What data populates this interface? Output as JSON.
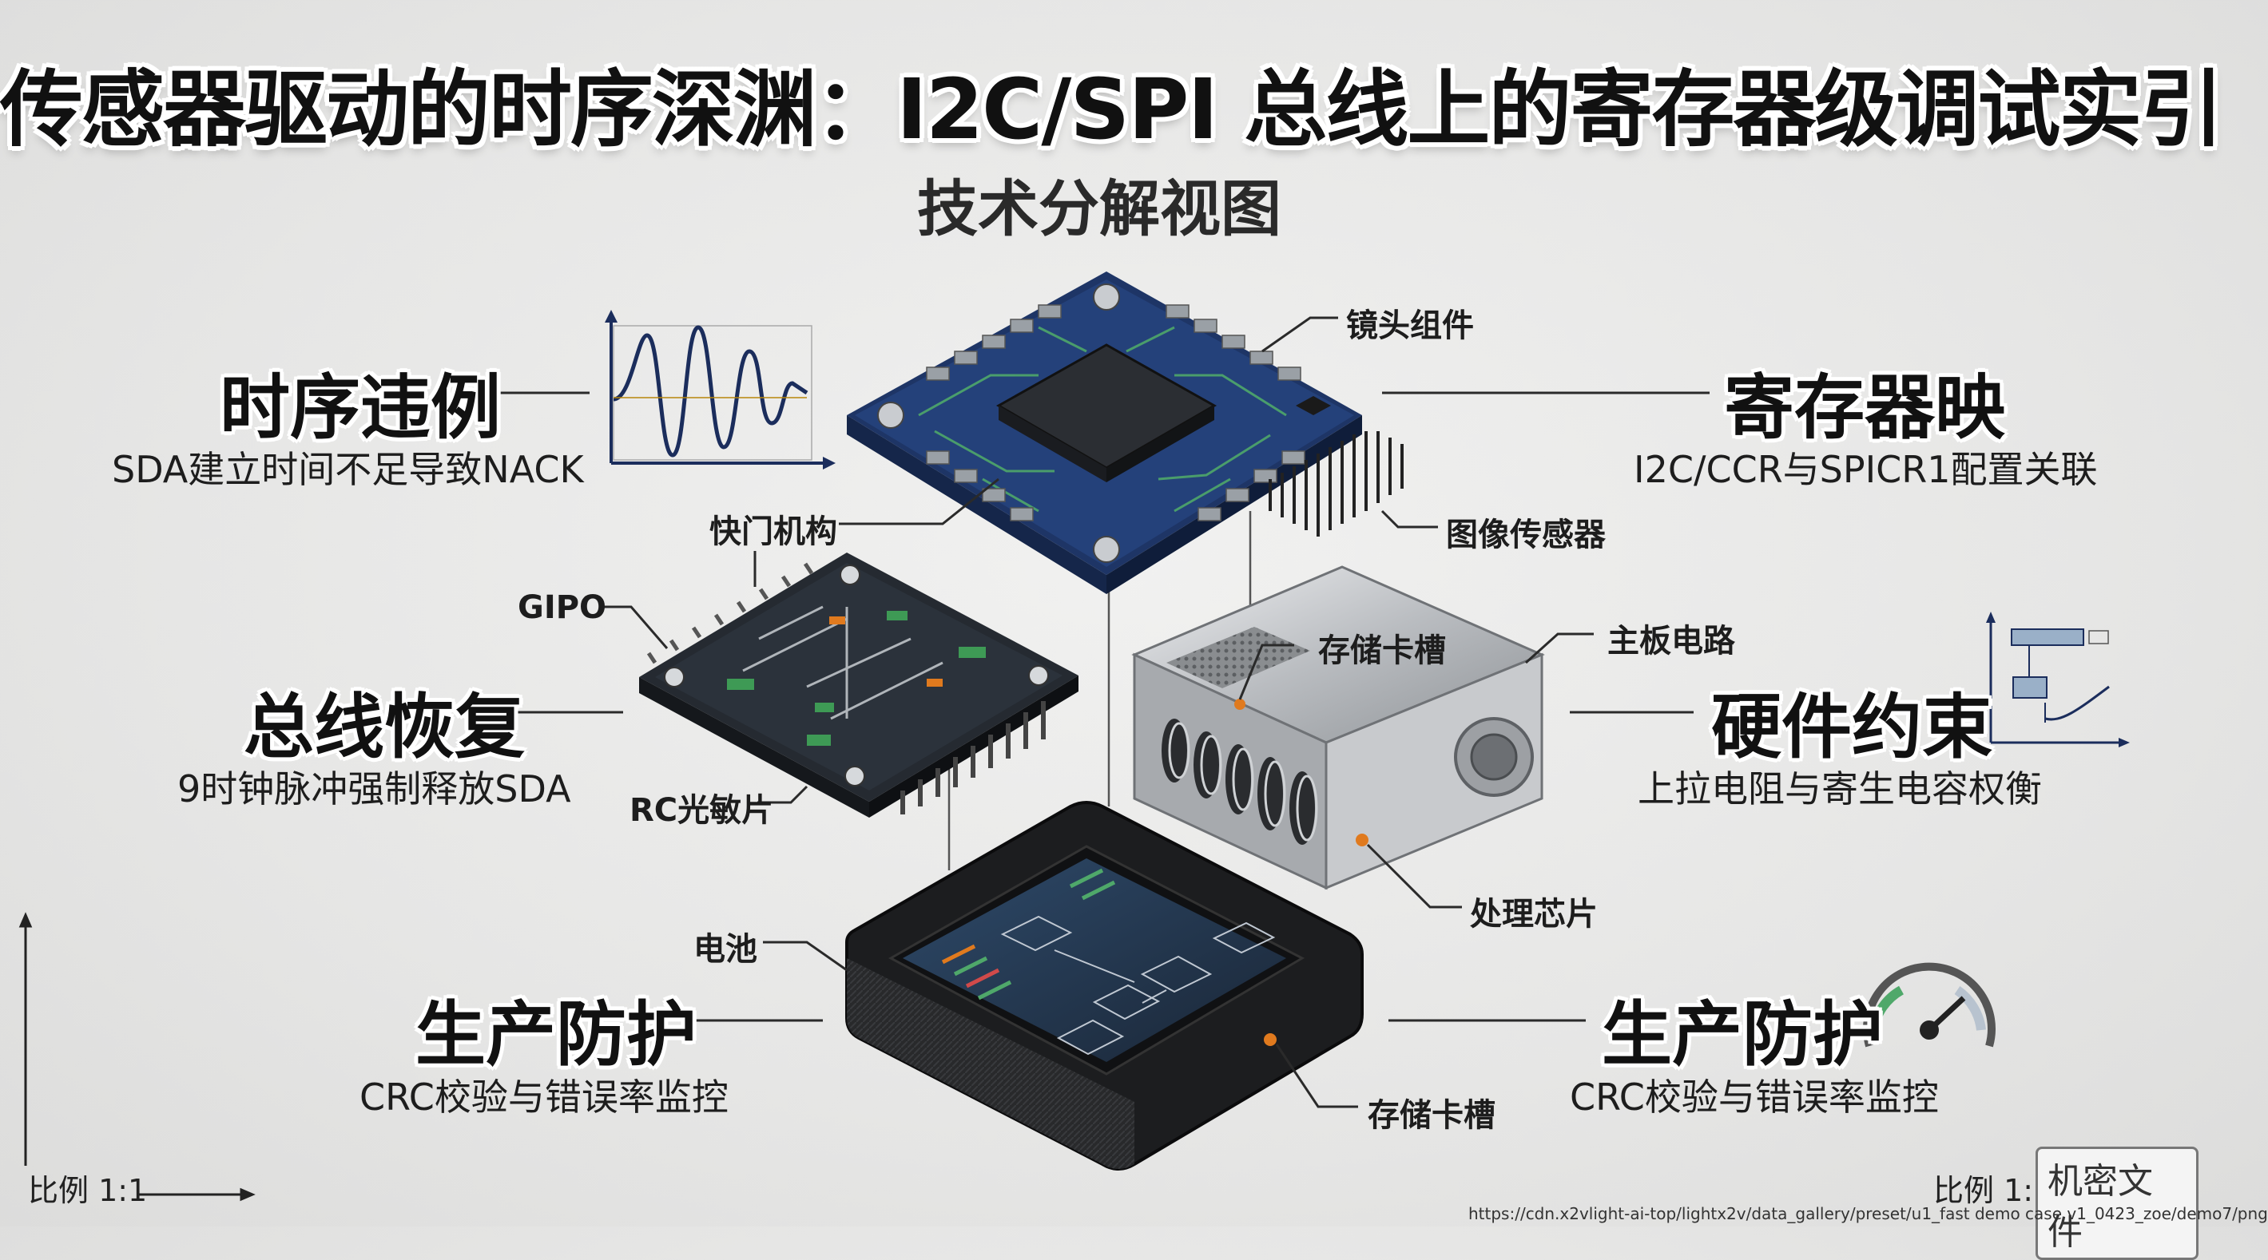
{
  "title": "传感器驱动的时序深渊：I2C/SPI 总线上的寄存器级调试实引",
  "subtitle": "技术分解视图",
  "sections": {
    "timing_violation": {
      "heading": "时序违例",
      "desc": "SDA建立时间不足导致NACK"
    },
    "register_map": {
      "heading": "寄存器映",
      "desc": "I2C/CCR与SPICR1配置关联"
    },
    "bus_recovery": {
      "heading": "总线恢复",
      "desc": "9时钟脉冲强制释放SDA"
    },
    "hardware_constraint": {
      "heading": "硬件约束",
      "desc": "上拉电阻与寄生电容权衡"
    },
    "production_protection_left": {
      "heading": "生产防护",
      "desc": "CRC校验与错误率监控"
    },
    "production_protection_right": {
      "heading": "生产防护",
      "desc": "CRC校验与错误率监控"
    }
  },
  "callouts": {
    "lens_assembly": "镜头组件",
    "image_sensor": "图像传感器",
    "shutter_mechanism": "快门机构",
    "gpio": "GIPO",
    "rc_chip": "RC光敏片",
    "storage_slot_top": "存储卡槽",
    "mainboard_circuit": "主板电路",
    "processing_chip": "处理芯片",
    "battery": "电池",
    "storage_slot_bottom": "存储卡槽"
  },
  "scale_left": "比例 1:1",
  "scale_right": "比例 1:1",
  "stamp": "机密文件",
  "source_url": "https://cdn.x2vlight-ai-top/lightx2v/data_gallery/preset/u1_fast demo case v1_0423_zoe/demo7/png",
  "colors": {
    "pcb_blue": "#23407a",
    "trace_green": "#4fa86a",
    "chip_dark": "#2b2e33",
    "metal": "#bfc1c4",
    "accent_orange": "#e07a1e"
  }
}
